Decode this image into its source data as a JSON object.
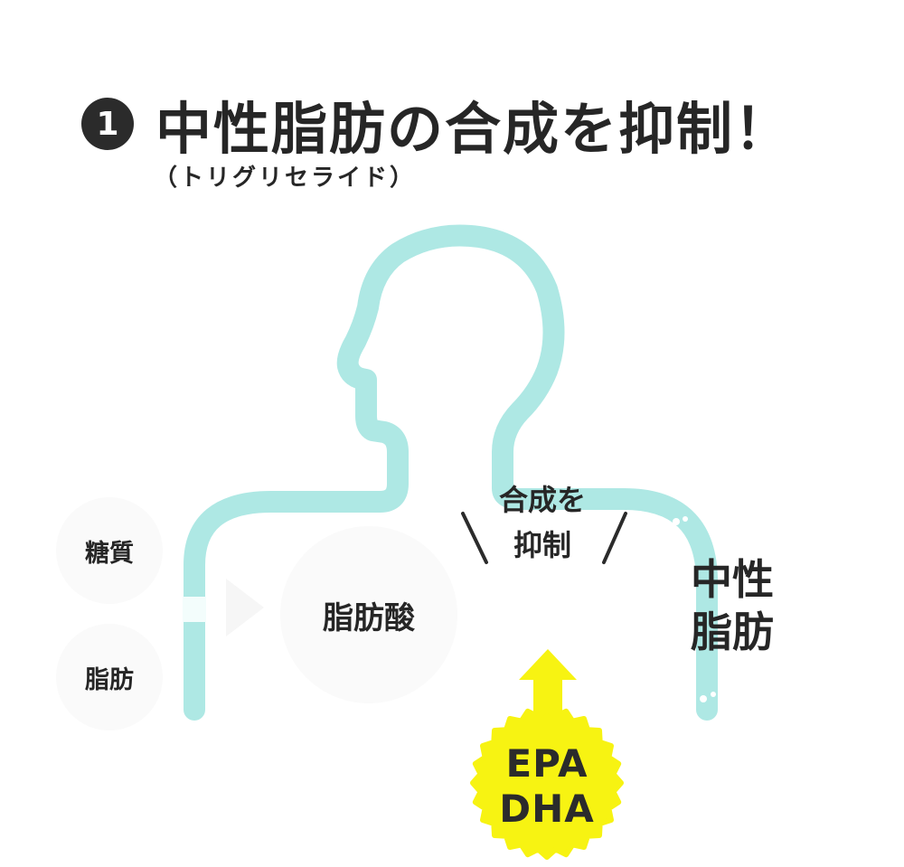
{
  "header": {
    "step_number": "1",
    "title": "中性脂肪の合成を抑制！",
    "subtitle": "（トリグリセライド）"
  },
  "diagram": {
    "inputs": [
      "糖質",
      "脂肪"
    ],
    "intermediate": "脂肪酸",
    "inhibition": {
      "line1": "合成を",
      "line2": "抑制"
    },
    "result": {
      "line1": "中性",
      "line2": "脂肪"
    },
    "supplement": {
      "line1": "EPA",
      "line2": "DHA"
    }
  },
  "colors": {
    "body_outline": "#aee8e4",
    "badge_yellow": "#f7f312",
    "text": "#262626",
    "bubble_fill": "#fafafa"
  }
}
